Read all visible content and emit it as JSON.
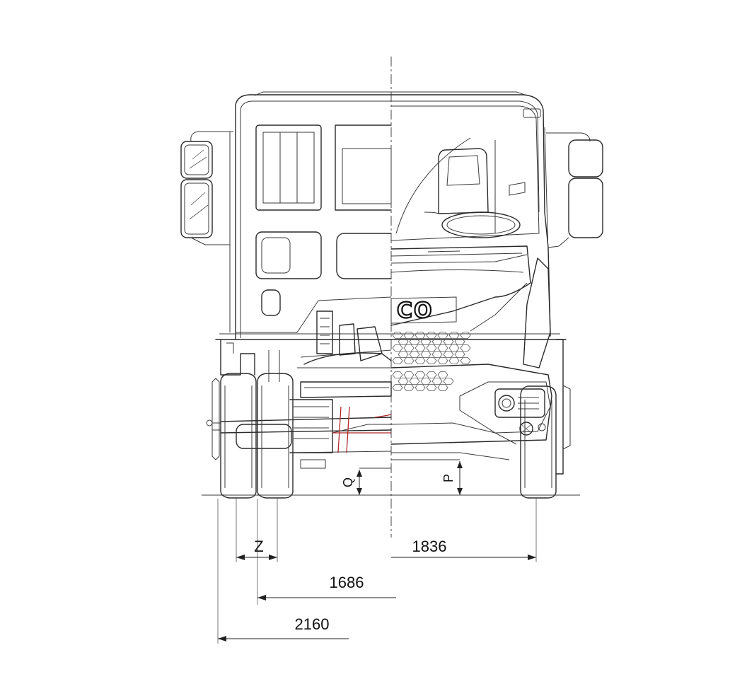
{
  "drawing": {
    "brand_fragment": "CO",
    "dimensions": {
      "track_front": "1836",
      "track_rear": "1686",
      "overall_width": "2160",
      "tyre_offset_label": "Z",
      "ground_clearance_rear_label": "Q",
      "ground_clearance_front_label": "P"
    }
  }
}
